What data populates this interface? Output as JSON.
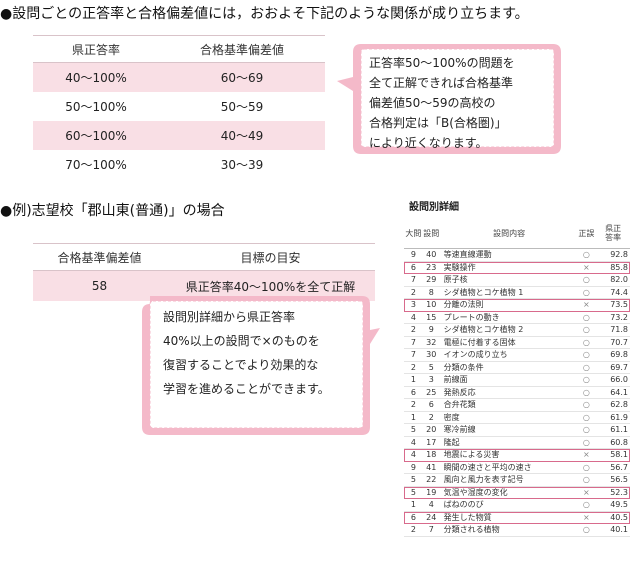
{
  "heading1": "●設問ごとの正答率と合格偏差値には，おおよそ下記のような関係が成り立ちます。",
  "table1": {
    "headers": [
      "県正答率",
      "合格基準偏差値"
    ],
    "rows": [
      [
        "40～100%",
        "60～69"
      ],
      [
        "50～100%",
        "50～59"
      ],
      [
        "60～100%",
        "40～49"
      ],
      [
        "70～100%",
        "30～39"
      ]
    ]
  },
  "callout1": {
    "lines": [
      "正答率50～100%の問題を",
      "全て正解できれば合格基準",
      "偏差値50～59の高校の",
      "合格判定は「B(合格圏)」",
      "により近くなります。"
    ]
  },
  "heading2": "●例)志望校「郡山東(普通)」の場合",
  "table2": {
    "headers": [
      "合格基準偏差値",
      "目標の目安"
    ],
    "row": [
      "58",
      "県正答率40～100%を全て正解"
    ]
  },
  "callout2": {
    "lines": [
      "設問別詳細から県正答率",
      "40%以上の設問で×のものを",
      "復習することでより効果的な",
      "学習を進めることができます。"
    ]
  },
  "detail": {
    "title": "設問別詳細",
    "headers": {
      "q": "大問",
      "s": "設問",
      "content": "設問内容",
      "mark": "正誤",
      "rate1": "県正",
      "rate2": "答率"
    },
    "rows": [
      {
        "q": "9",
        "s": "40",
        "content": "等速直線運動",
        "mark": "○",
        "rate": "92.8",
        "hl": false
      },
      {
        "q": "6",
        "s": "23",
        "content": "実験操作",
        "mark": "×",
        "rate": "85.8",
        "hl": true
      },
      {
        "q": "7",
        "s": "29",
        "content": "原子核",
        "mark": "○",
        "rate": "82.0",
        "hl": false
      },
      {
        "q": "2",
        "s": "8",
        "content": "シダ植物とコケ植物 1",
        "mark": "○",
        "rate": "74.4",
        "hl": false
      },
      {
        "q": "3",
        "s": "10",
        "content": "分離の法則",
        "mark": "×",
        "rate": "73.5",
        "hl": true
      },
      {
        "q": "4",
        "s": "15",
        "content": "プレートの動き",
        "mark": "○",
        "rate": "73.2",
        "hl": false
      },
      {
        "q": "2",
        "s": "9",
        "content": "シダ植物とコケ植物 2",
        "mark": "○",
        "rate": "71.8",
        "hl": false
      },
      {
        "q": "7",
        "s": "32",
        "content": "電極に付着する固体",
        "mark": "○",
        "rate": "70.7",
        "hl": false
      },
      {
        "q": "7",
        "s": "30",
        "content": "イオンの成り立ち",
        "mark": "○",
        "rate": "69.8",
        "hl": false
      },
      {
        "q": "2",
        "s": "5",
        "content": "分類の条件",
        "mark": "○",
        "rate": "69.7",
        "hl": false
      },
      {
        "q": "1",
        "s": "3",
        "content": "前線面",
        "mark": "○",
        "rate": "66.0",
        "hl": false
      },
      {
        "q": "6",
        "s": "25",
        "content": "発熱反応",
        "mark": "○",
        "rate": "64.1",
        "hl": false
      },
      {
        "q": "2",
        "s": "6",
        "content": "合弁花類",
        "mark": "○",
        "rate": "62.8",
        "hl": false
      },
      {
        "q": "1",
        "s": "2",
        "content": "密度",
        "mark": "○",
        "rate": "61.9",
        "hl": false
      },
      {
        "q": "5",
        "s": "20",
        "content": "寒冷前線",
        "mark": "○",
        "rate": "61.1",
        "hl": false
      },
      {
        "q": "4",
        "s": "17",
        "content": "隆起",
        "mark": "○",
        "rate": "60.8",
        "hl": false
      },
      {
        "q": "4",
        "s": "18",
        "content": "地震による災害",
        "mark": "×",
        "rate": "58.1",
        "hl": true
      },
      {
        "q": "9",
        "s": "41",
        "content": "瞬間の速さと平均の速さ",
        "mark": "○",
        "rate": "56.7",
        "hl": false
      },
      {
        "q": "5",
        "s": "22",
        "content": "風向と風力を表す記号",
        "mark": "○",
        "rate": "56.5",
        "hl": false
      },
      {
        "q": "5",
        "s": "19",
        "content": "気温や湿度の変化",
        "mark": "×",
        "rate": "52.3",
        "hl": true
      },
      {
        "q": "1",
        "s": "4",
        "content": "ばねののび",
        "mark": "○",
        "rate": "49.5",
        "hl": false
      },
      {
        "q": "6",
        "s": "24",
        "content": "発生した物質",
        "mark": "×",
        "rate": "40.5",
        "hl": true
      },
      {
        "q": "2",
        "s": "7",
        "content": "分類される植物",
        "mark": "○",
        "rate": "40.1",
        "hl": false
      }
    ]
  },
  "colors": {
    "pink_fill": "#f9dfe5",
    "callout_fill": "#f4b9c9",
    "highlight_border": "#d86a8c"
  }
}
